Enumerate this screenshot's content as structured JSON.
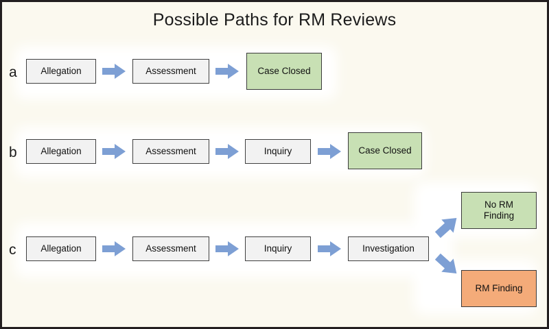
{
  "figure": {
    "title": "Possible Paths for RM Reviews",
    "background_color": "#fbf9ef",
    "border_color": "#231f20"
  },
  "colors": {
    "step_fill": "#f2f2f2",
    "step_border": "#3f3f3f",
    "closed_fill": "#c8e0b4",
    "no_rm_finding_fill": "#c8e0b4",
    "rm_finding_fill": "#f4ab79",
    "arrow_fill": "#7d9fd4",
    "text": "#111111"
  },
  "rows": [
    {
      "label": "a",
      "nodes": [
        {
          "text": "Allegation",
          "kind": "step"
        },
        {
          "text": "Assessment",
          "kind": "step"
        },
        {
          "text": "Case Closed",
          "kind": "closed"
        }
      ],
      "arrows": [
        "right",
        "right"
      ]
    },
    {
      "label": "b",
      "nodes": [
        {
          "text": "Allegation",
          "kind": "step"
        },
        {
          "text": "Assessment",
          "kind": "step"
        },
        {
          "text": "Inquiry",
          "kind": "step"
        },
        {
          "text": "Case Closed",
          "kind": "closed"
        }
      ],
      "arrows": [
        "right",
        "right",
        "right"
      ]
    },
    {
      "label": "c",
      "nodes": [
        {
          "text": "Allegation",
          "kind": "step"
        },
        {
          "text": "Assessment",
          "kind": "step"
        },
        {
          "text": "Inquiry",
          "kind": "step"
        },
        {
          "text": "Investigation",
          "kind": "step"
        }
      ],
      "arrows": [
        "right",
        "right",
        "right",
        "up-right",
        "down-right"
      ],
      "branch_nodes": [
        {
          "text": "No RM\nFinding",
          "line1": "No RM",
          "line2": "Finding",
          "kind": "norm"
        },
        {
          "text": "RM Finding",
          "line1": "RM Finding",
          "line2": "",
          "kind": "rm"
        }
      ]
    }
  ]
}
